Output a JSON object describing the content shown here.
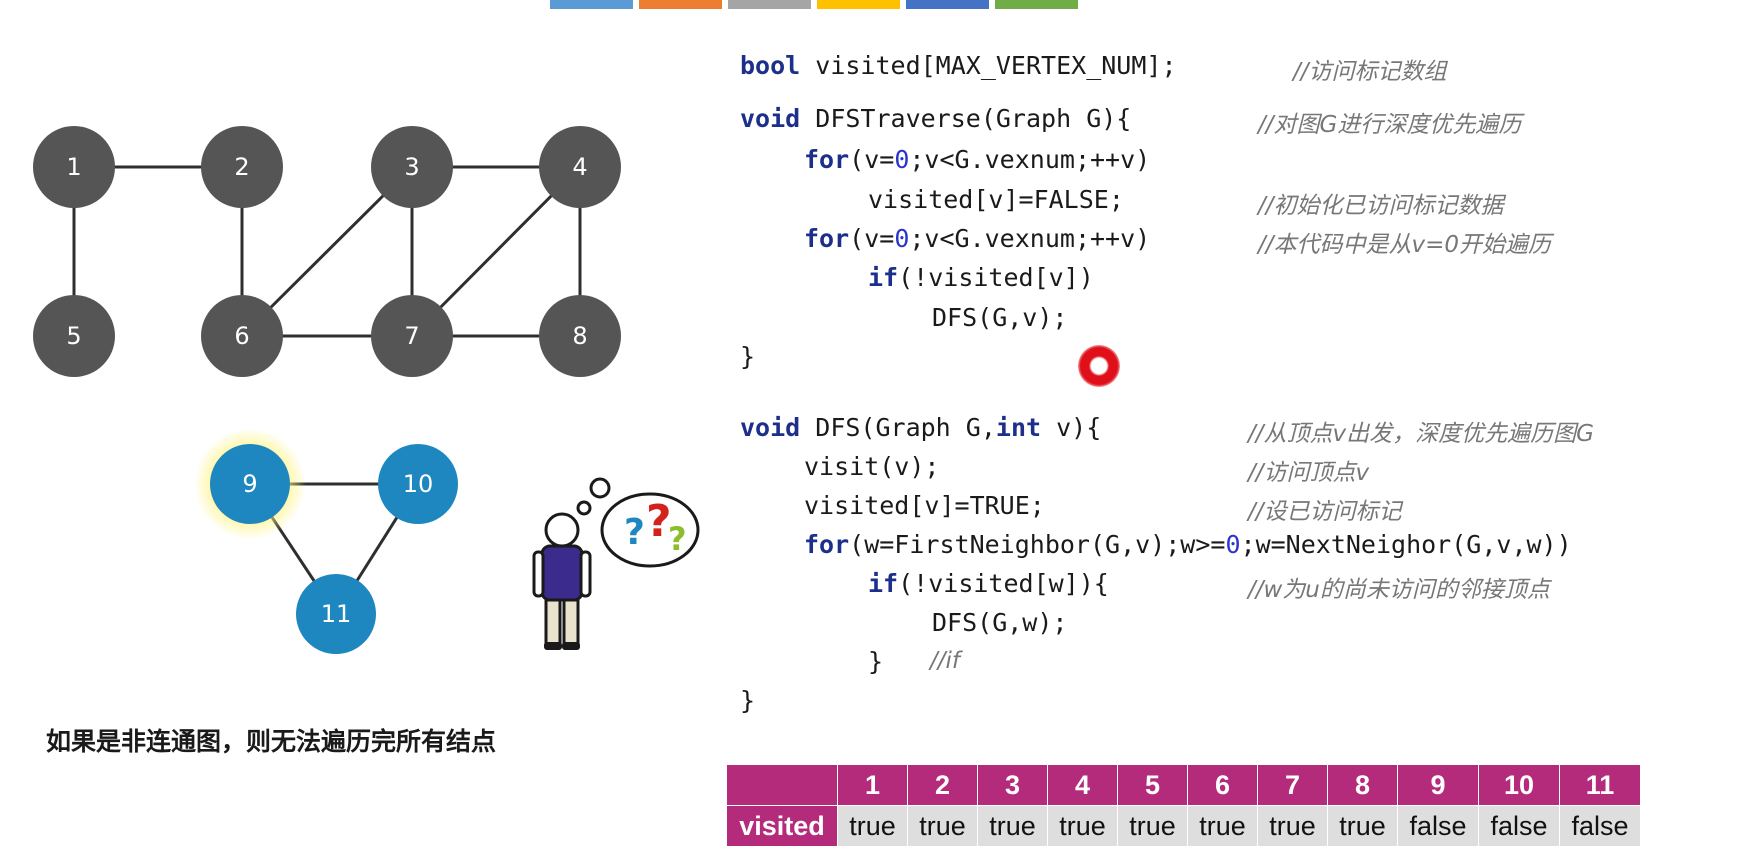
{
  "top_tabs": [
    {
      "color": "#5b9bd5"
    },
    {
      "color": "#ed7d31"
    },
    {
      "color": "#a5a5a5"
    },
    {
      "color": "#ffc000"
    },
    {
      "color": "#4472c4"
    },
    {
      "color": "#70ad47"
    }
  ],
  "graph": {
    "node_colors": {
      "default": "#555555",
      "highlight": "#1f87bf"
    },
    "nodes": [
      "1",
      "2",
      "3",
      "4",
      "5",
      "6",
      "7",
      "8",
      "9",
      "10",
      "11"
    ],
    "edges": [
      [
        "1",
        "2"
      ],
      [
        "1",
        "5"
      ],
      [
        "2",
        "6"
      ],
      [
        "3",
        "4"
      ],
      [
        "3",
        "6"
      ],
      [
        "3",
        "7"
      ],
      [
        "4",
        "7"
      ],
      [
        "4",
        "8"
      ],
      [
        "6",
        "7"
      ],
      [
        "7",
        "8"
      ],
      [
        "9",
        "10"
      ],
      [
        "9",
        "11"
      ],
      [
        "10",
        "11"
      ]
    ]
  },
  "caption": "如果是非连通图，则无法遍历完所有结点",
  "code": {
    "l1_kw": "bool",
    "l1_rest": " visited[MAX_VERTEX_NUM];",
    "l1_cm": "//访问标记数组",
    "l2_kw": "void",
    "l2_rest": " DFSTraverse(Graph G){",
    "l2_cm": "//对图G进行深度优先遍历",
    "l3_kw": "for",
    "l3_a": "(v=",
    "l3_num": "0",
    "l3_b": ";v<G.vexnum;++v)",
    "l4_text": "visited[v]=FALSE;",
    "l4_cm": "//初始化已访问标记数据",
    "l5_kw": "for",
    "l5_a": "(v=",
    "l5_num": "0",
    "l5_b": ";v<G.vexnum;++v)",
    "l5_cm": "//本代码中是从v=0开始遍历",
    "l6_kw": "if",
    "l6_rest": "(!visited[v])",
    "l7_text": "DFS(G,v);",
    "l8_text": "}",
    "l9_kw": "void",
    "l9_a": " DFS(Graph G,",
    "l9_kw2": "int",
    "l9_b": " v){",
    "l9_cm": "//从顶点v出发，深度优先遍历图G",
    "l10_text": "visit(v);",
    "l10_cm": "//访问顶点v",
    "l11_text": "visited[v]=TRUE;",
    "l11_cm": "//设已访问标记",
    "l12_kw": "for",
    "l12_a": "(w=FirstNeighbor(G,v);w>=",
    "l12_num": "0",
    "l12_b": ";w=NextNeighor(G,v,w))",
    "l13_kw": "if",
    "l13_rest": "(!visited[w]){",
    "l13_cm": "//w为u的尚未访问的邻接顶点",
    "l14_text": "DFS(G,w);",
    "l15_text": "}",
    "l15_cm": "//if",
    "l16_text": "}"
  },
  "visited_table": {
    "row_header": "visited",
    "columns": [
      "1",
      "2",
      "3",
      "4",
      "5",
      "6",
      "7",
      "8",
      "9",
      "10",
      "11"
    ],
    "values": [
      "true",
      "true",
      "true",
      "true",
      "true",
      "true",
      "true",
      "true",
      "false",
      "false",
      "false"
    ],
    "colors": {
      "header_bg": "#b42b7c",
      "cell_bg": "#dedede"
    }
  }
}
